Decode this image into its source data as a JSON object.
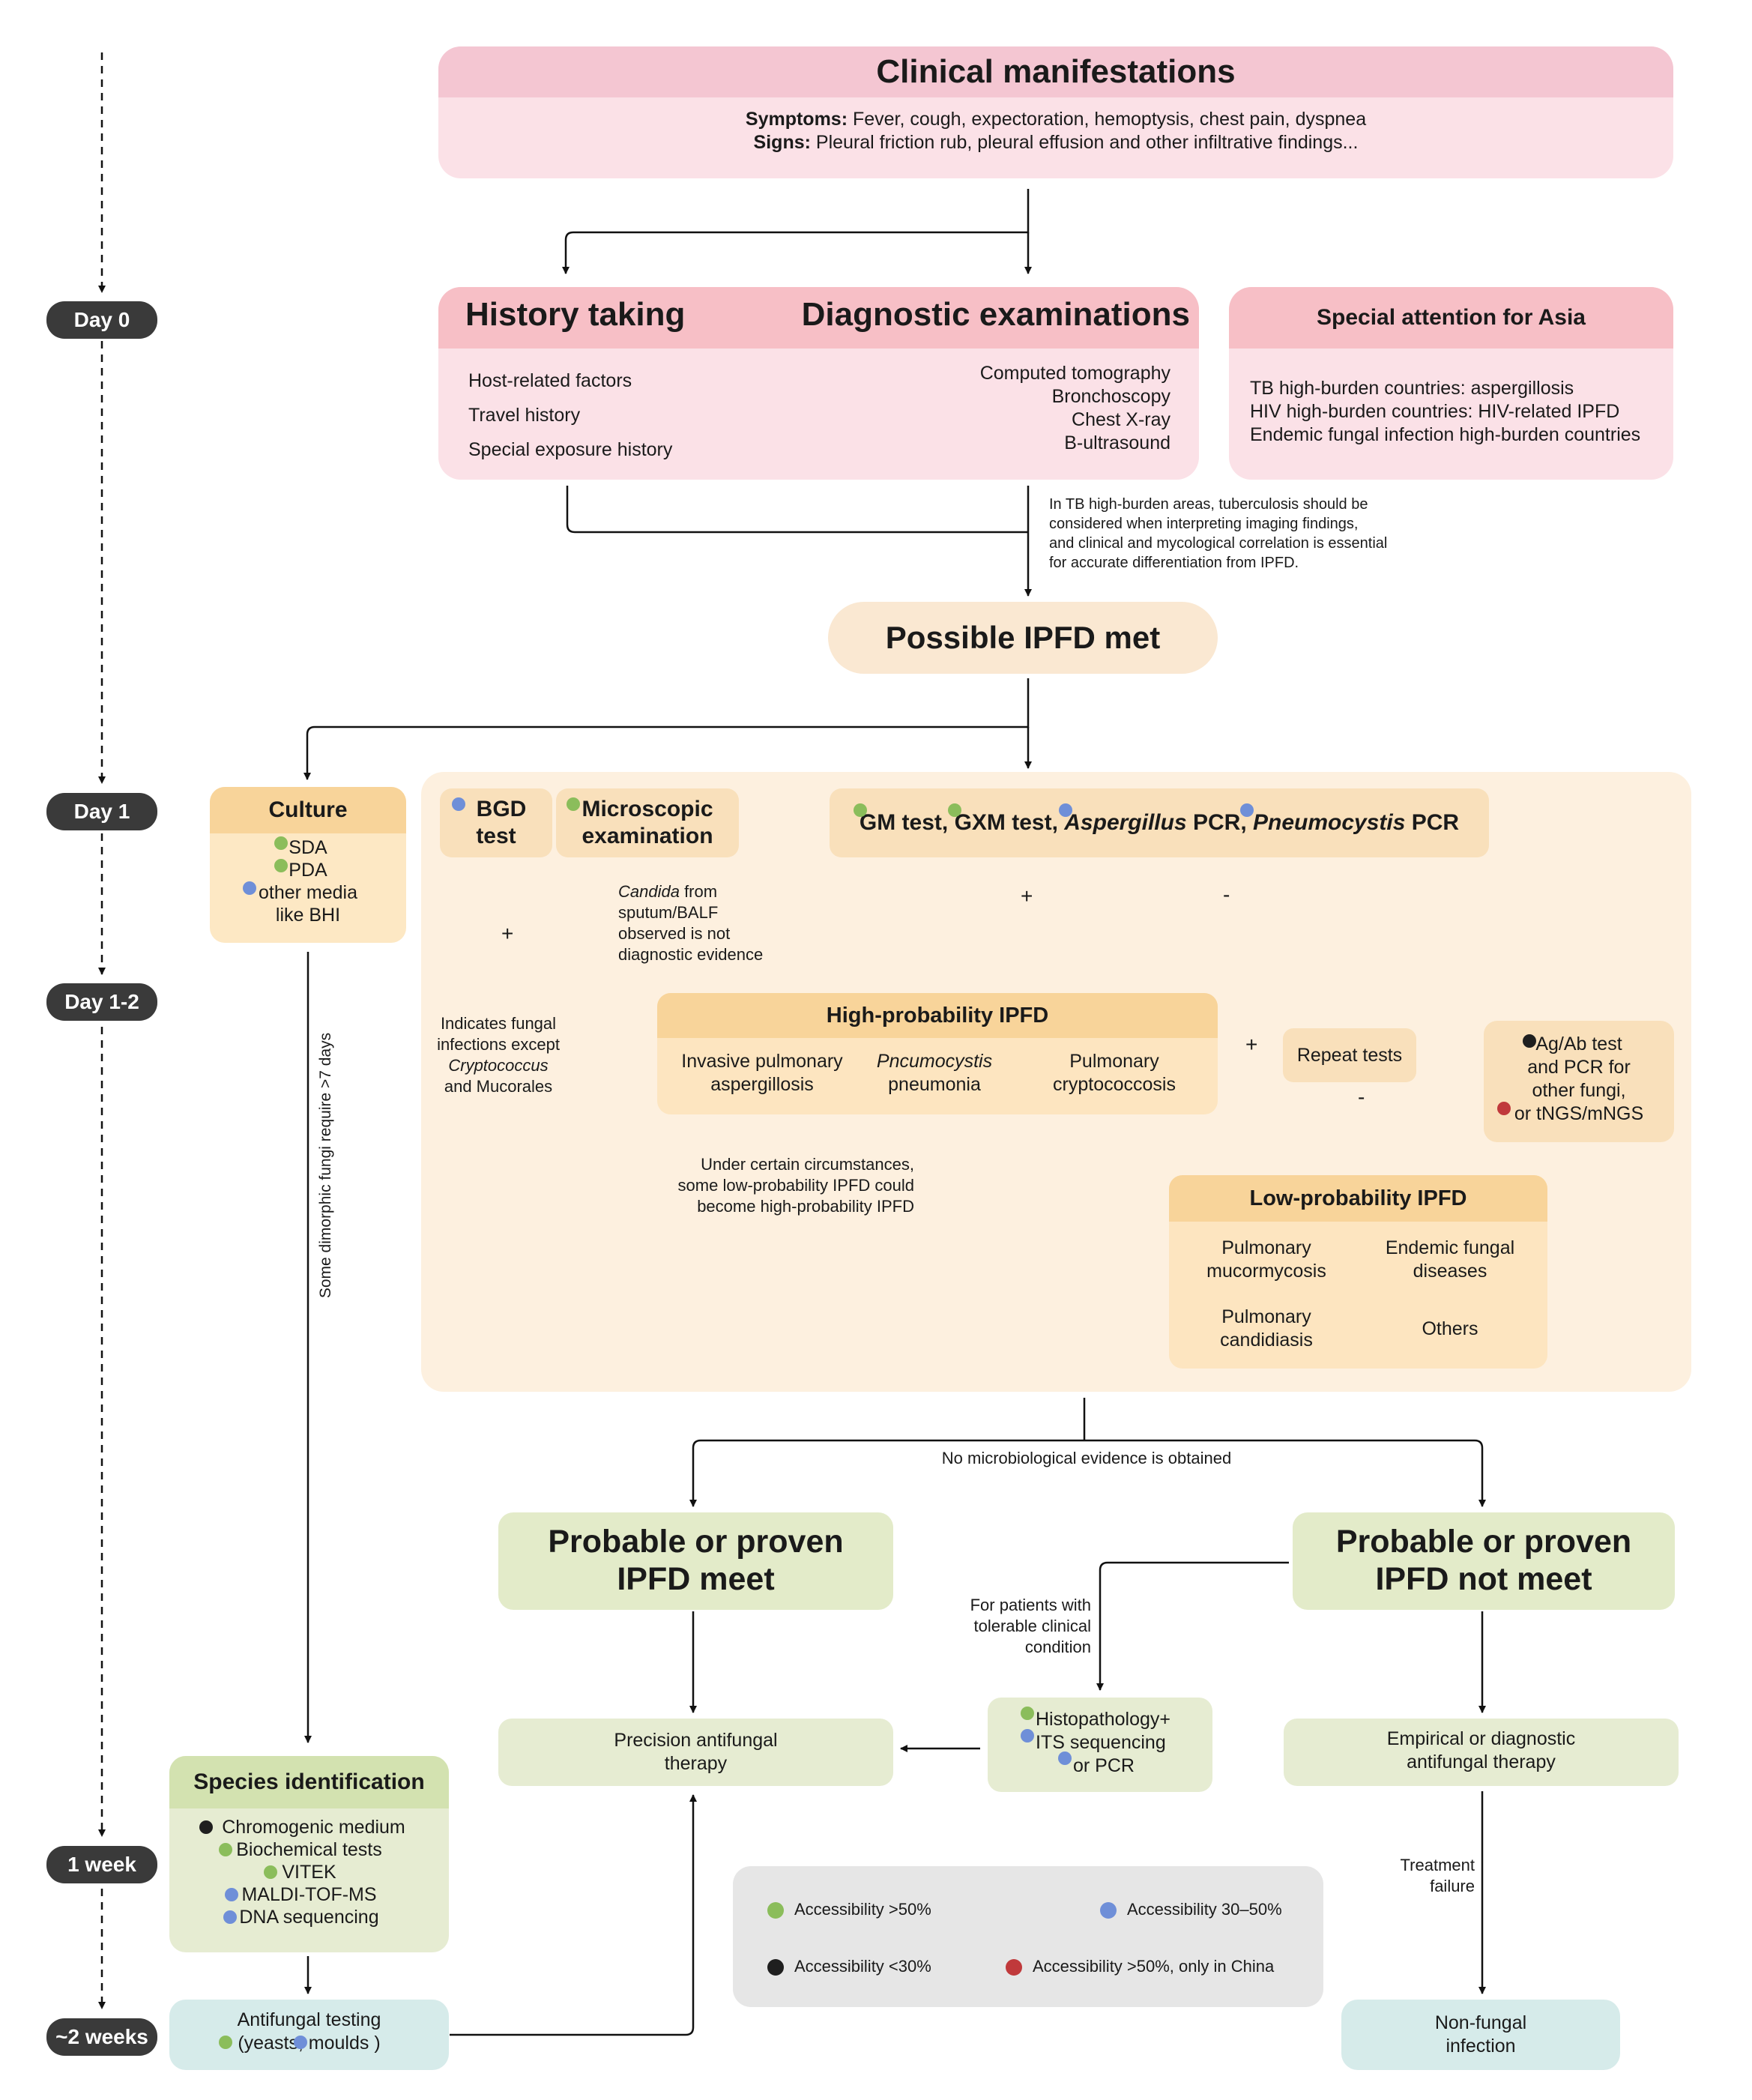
{
  "timeline": {
    "day0": "Day 0",
    "day1": "Day 1",
    "day12": "Day 1-2",
    "week1": "1 week",
    "weeks2": "~2 weeks"
  },
  "clinical": {
    "title": "Clinical manifestations",
    "symptoms_label": "Symptoms:",
    "symptoms_text": " Fever, cough, expectoration, hemoptysis, chest pain, dyspnea",
    "signs_label": "Signs:",
    "signs_text": " Pleural friction rub, pleural effusion and other infiltrative findings..."
  },
  "history": {
    "title": "History taking",
    "items": [
      "Host-related factors",
      "Travel history",
      "Special exposure history"
    ]
  },
  "diagnostic": {
    "title": "Diagnostic examinations",
    "items": [
      "Computed tomography",
      "Bronchoscopy",
      "Chest X-ray",
      "B-ultrasound"
    ]
  },
  "asia": {
    "title": "Special attention for Asia",
    "items": [
      "TB high-burden countries: aspergillosis",
      "HIV high-burden countries: HIV-related IPFD",
      "Endemic fungal infection high-burden countries"
    ]
  },
  "tb_note": [
    "In TB high-burden areas, tuberculosis should be",
    "considered when interpreting imaging findings,",
    "and clinical and mycological correlation is essential",
    "for accurate differentiation from IPFD."
  ],
  "possible": "Possible IPFD met",
  "culture": {
    "title": "Culture",
    "items": [
      "SDA",
      "PDA",
      "other media",
      "like BHI"
    ]
  },
  "dimorphic_note": "Some dimorphic fungi require >7 days",
  "bgd": {
    "line1": "BGD",
    "line2": "test"
  },
  "microscopic": {
    "line1": "Microscopic",
    "line2": "examination"
  },
  "gm": {
    "part1": "GM test, GXM test, ",
    "part2": "Aspergillus",
    "part3": " PCR, ",
    "part4": "Pneumocystis",
    "part5": " PCR"
  },
  "plus": "+",
  "minus": "-",
  "candida_note": {
    "italic": "Candida",
    "rest1": " from",
    "lines": [
      "sputum/BALF",
      "observed is not",
      "diagnostic evidence"
    ]
  },
  "fungal_note": {
    "line1": "Indicates fungal",
    "line2": "infections except",
    "line3": "Cryptococcus",
    "line4": "and Mucorales"
  },
  "high": {
    "title": "High-probability IPFD",
    "col1": [
      "Invasive pulmonary",
      "aspergillosis"
    ],
    "col2": [
      "Pncumocystis",
      "pneumonia"
    ],
    "col3": [
      "Pulmonary",
      "cryptococcosis"
    ]
  },
  "repeat": "Repeat tests",
  "agab": [
    "Ag/Ab test",
    "and PCR for",
    "other fungi,",
    "or tNGS/mNGS"
  ],
  "circumstance_note": [
    "Under certain circumstances,",
    "some low-probability IPFD could",
    "become high-probability IPFD"
  ],
  "low": {
    "title": "Low-probability IPFD",
    "a": [
      "Pulmonary",
      "mucormycosis"
    ],
    "b": [
      "Endemic fungal",
      "diseases"
    ],
    "c": [
      "Pulmonary",
      "candidiasis"
    ],
    "d": "Others"
  },
  "no_evidence": "No microbiological evidence is obtained",
  "proven_meet": [
    "Probable or proven",
    "IPFD meet"
  ],
  "proven_not": [
    "Probable or proven",
    "IPFD not meet"
  ],
  "tolerable_note": [
    "For patients with",
    "tolerable clinical",
    "condition"
  ],
  "precision": [
    "Precision antifungal",
    "therapy"
  ],
  "histo": [
    "Histopathology+",
    "ITS sequencing",
    "or PCR"
  ],
  "empirical": [
    "Empirical or diagnostic",
    "antifungal therapy"
  ],
  "treatment_failure": [
    "Treatment",
    "failure"
  ],
  "nonfungal": [
    "Non-fungal",
    "infection"
  ],
  "species": {
    "title": "Species identification",
    "items": [
      "Chromogenic medium",
      "Biochemical tests",
      "VITEK",
      "MALDI-TOF-MS",
      "DNA sequencing"
    ]
  },
  "antifungal": [
    "Antifungal testing",
    "(yeasts, moulds  )"
  ],
  "legend": {
    "green": "Accessibility >50%",
    "blue": "Accessibility 30–50%",
    "black": "Accessibility <30%",
    "red": "Accessibility >50%, only in China"
  },
  "colors": {
    "green": "#8bbd5b",
    "blue": "#6f8fd8",
    "black": "#1f1f1f",
    "red": "#c0393b"
  }
}
